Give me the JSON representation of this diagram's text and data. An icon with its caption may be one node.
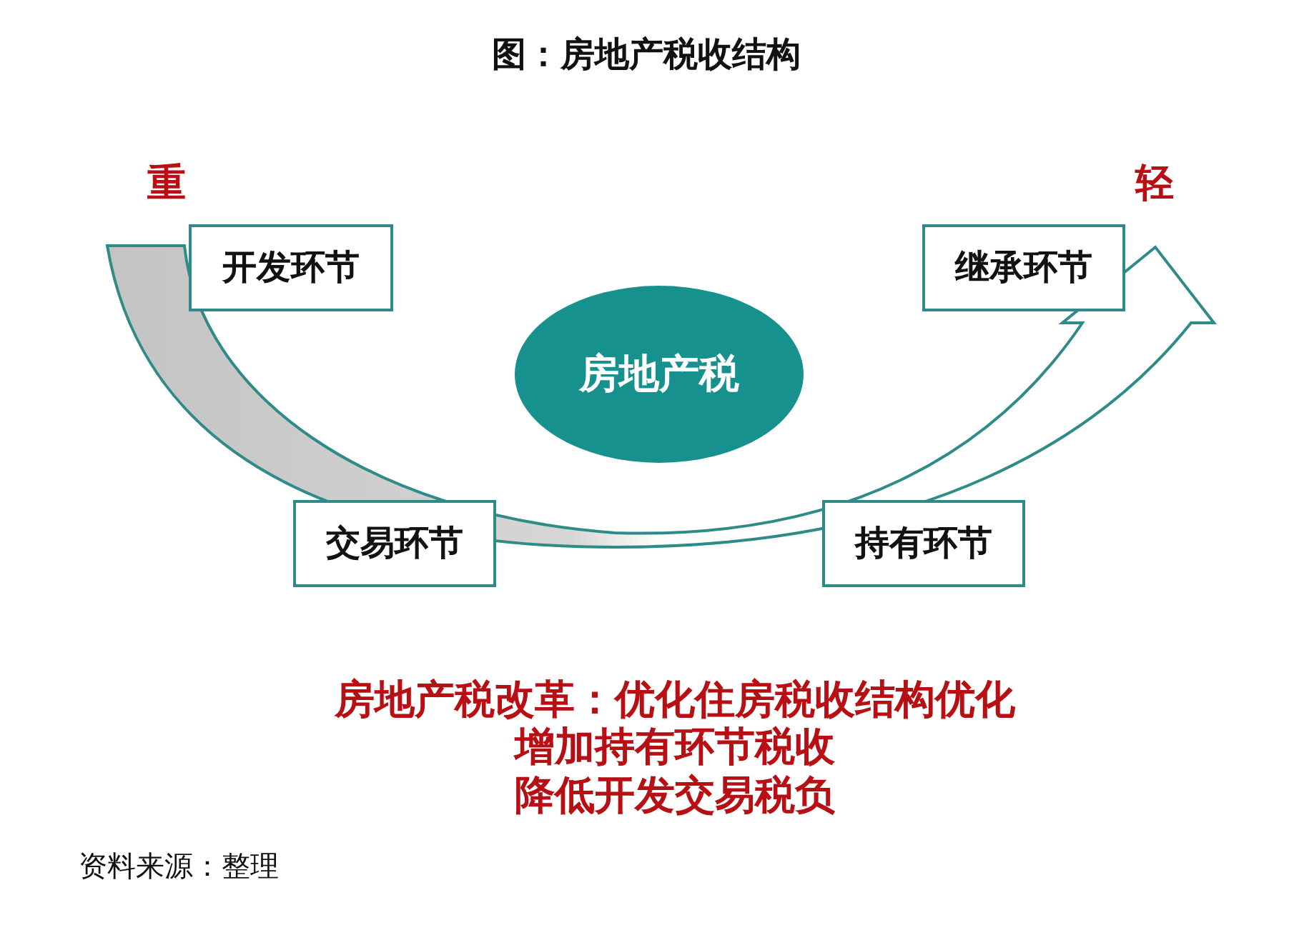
{
  "diagram": {
    "title": "图：房地产税收结构",
    "nodes": [
      {
        "text": [
          "开发环节"
        ]
      },
      {
        "text": [
          "继承环节"
        ]
      },
      {
        "text": [
          "房地产税"
        ]
      },
      {
        "text": [
          "交易环节"
        ]
      },
      {
        "text": [
          "持有环节"
        ]
      }
    ],
    "labels": [
      "重",
      "轻",
      "房地产税改革：优化住房税收结构优化",
      "增加持有环节税收",
      "降低开发交易税负",
      "资料来源：整理"
    ]
  }
}
